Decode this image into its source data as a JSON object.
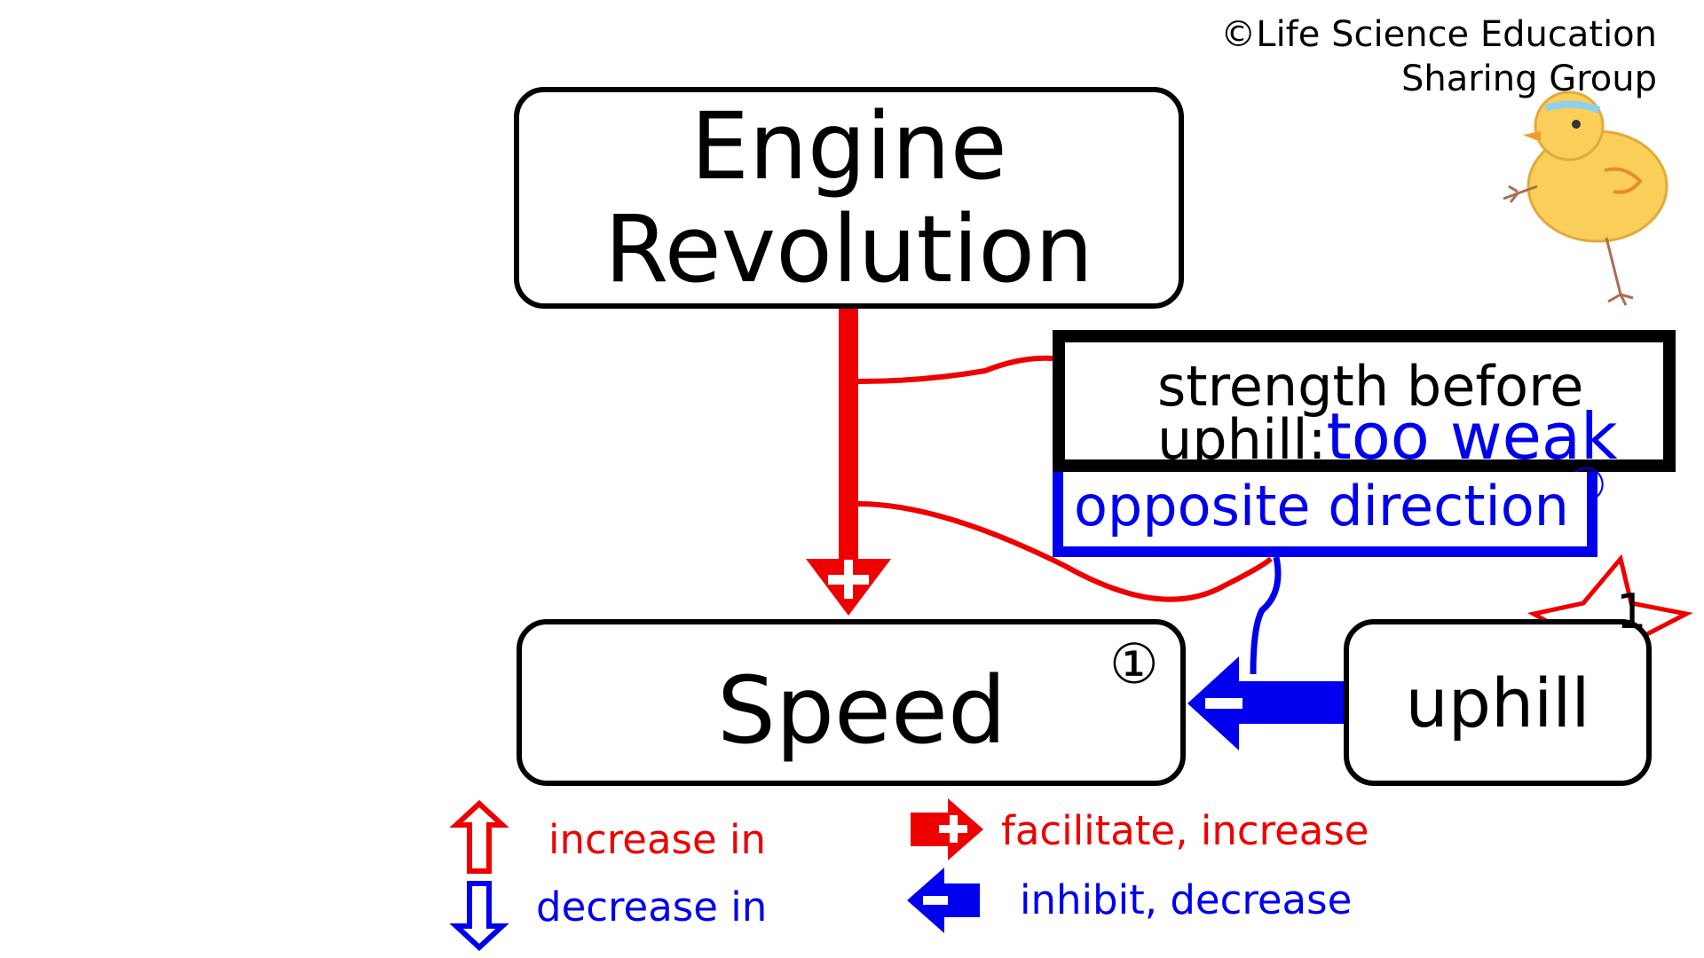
{
  "copyright": {
    "line1": "©Life Science Education",
    "line2": "Sharing Group"
  },
  "nodes": {
    "engine": {
      "line1": "Engine",
      "line2": "Revolution"
    },
    "speed": {
      "label": "Speed",
      "marker": "①"
    },
    "uphill": {
      "label": "uphill",
      "burst_number": "1"
    },
    "strength": {
      "line1": "strength before",
      "line2_prefix": "uphill:",
      "line2_value": "too weak",
      "marker": "①"
    },
    "opposite": {
      "label": "opposite direction"
    }
  },
  "legend": {
    "increase_in": "increase in",
    "decrease_in": "decrease in",
    "facilitate": "facilitate, increase",
    "inhibit": "inhibit, decrease"
  },
  "colors": {
    "red": "#ee0000",
    "blue": "#0000ee",
    "black": "#000000"
  },
  "icons": [
    "up-arrow-outline-icon",
    "down-arrow-outline-icon",
    "plus-arrow-icon",
    "minus-arrow-icon",
    "starburst-icon",
    "chick-mascot-icon"
  ]
}
